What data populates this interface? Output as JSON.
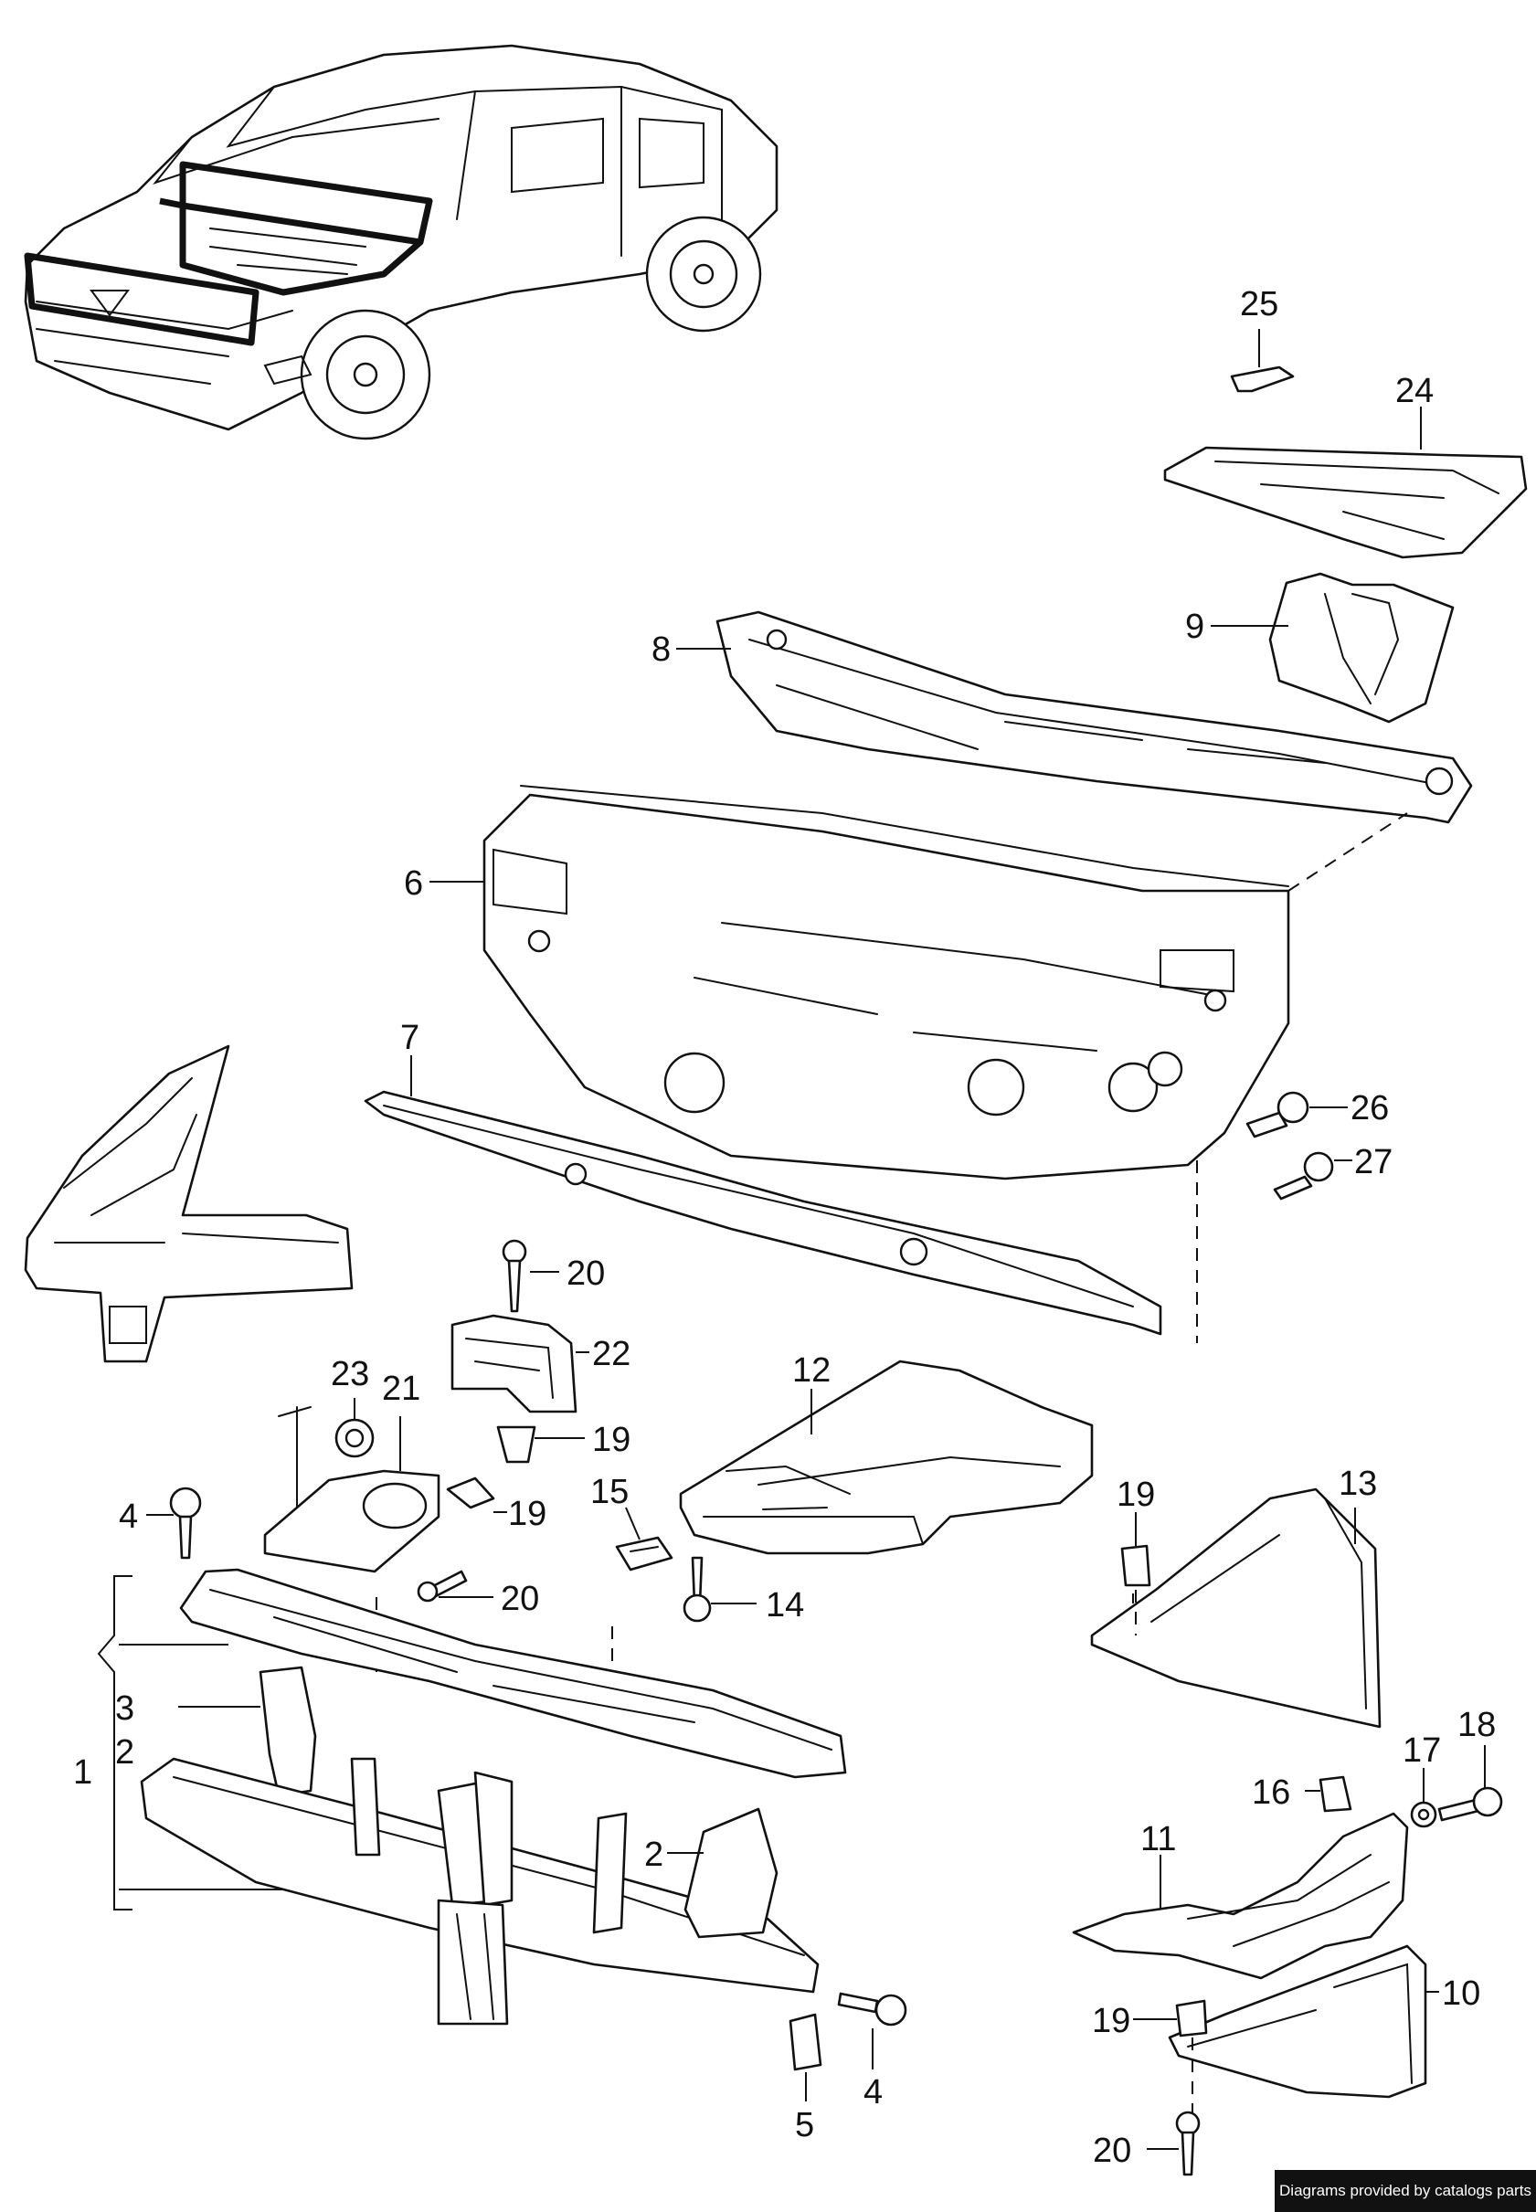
{
  "callouts": {
    "c25": "25",
    "c24": "24",
    "c9": "9",
    "c8": "8",
    "c6": "6",
    "c7": "7",
    "c26": "26",
    "c27": "27",
    "c20a": "20",
    "c22": "22",
    "c23": "23",
    "c21": "21",
    "c12": "12",
    "c19a": "19",
    "c19b": "19",
    "c15": "15",
    "c4a": "4",
    "c20b": "20",
    "c14": "14",
    "c19c": "19",
    "c13": "13",
    "c3": "3",
    "c2a": "2",
    "c1": "1",
    "c2b": "2",
    "c18": "18",
    "c17": "17",
    "c16": "16",
    "c11": "11",
    "c10": "10",
    "c19d": "19",
    "c4b": "4",
    "c5": "5",
    "c20c": "20"
  },
  "credit": "Diagrams provided by catalogs parts"
}
